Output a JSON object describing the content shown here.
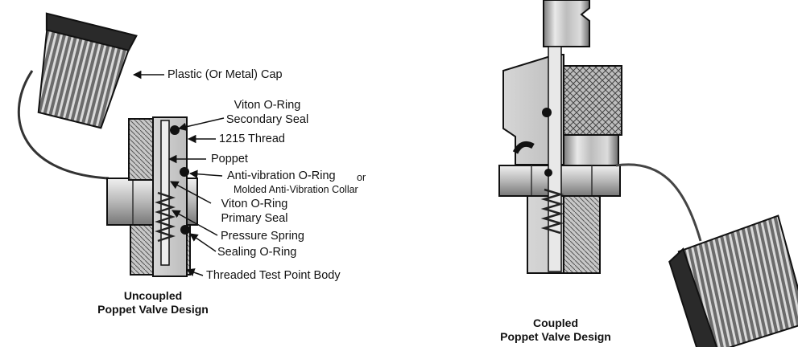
{
  "uncoupled": {
    "labels": {
      "cap": "Plastic (Or Metal) Cap",
      "viton_secondary_1": "Viton O-Ring",
      "viton_secondary_2": "Secondary Seal",
      "thread": "1215 Thread",
      "poppet": "Poppet",
      "anti_vibration": "Anti-vibration O-Ring",
      "anti_vibration_or": "or",
      "molded_collar": "Molded Anti-Vibration Collar",
      "viton_primary_1": "Viton O-Ring",
      "viton_primary_2": "Primary Seal",
      "pressure_spring": "Pressure Spring",
      "sealing_oring": "Sealing O-Ring",
      "test_point_body": "Threaded Test Point Body"
    },
    "caption": {
      "line1": "Uncoupled",
      "line2": "Poppet Valve Design"
    }
  },
  "coupled": {
    "caption": {
      "line1": "Coupled",
      "line2": "Poppet Valve Design"
    }
  },
  "colors": {
    "ink": "#111111",
    "metal_light": "#e6e6e6",
    "metal_mid": "#b5b5b5",
    "metal_dark": "#6e6e6e",
    "cap_dark": "#2a2a2a"
  }
}
